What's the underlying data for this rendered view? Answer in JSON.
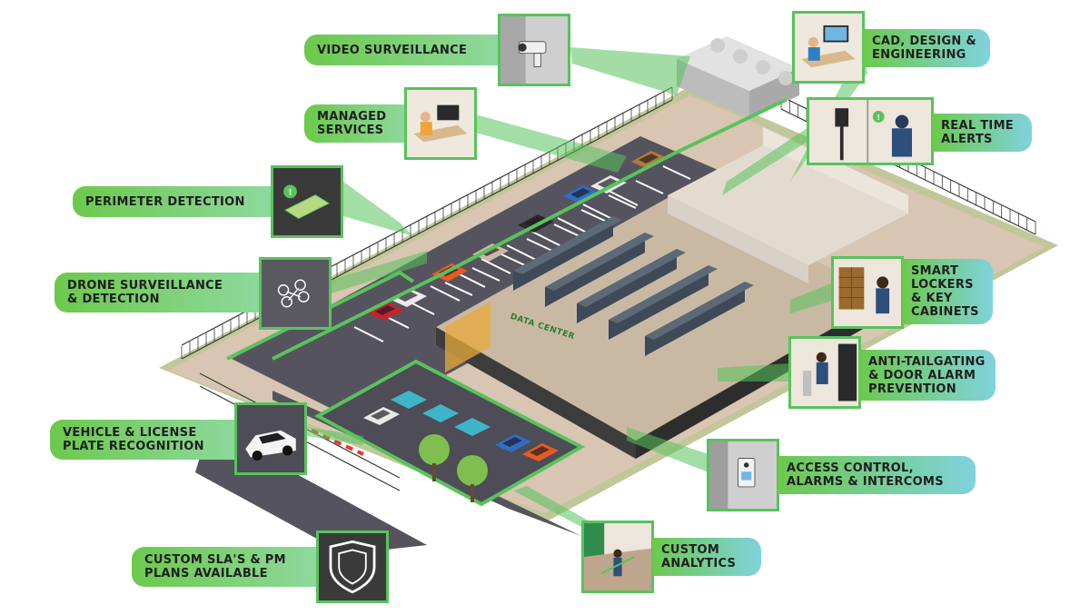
{
  "colors": {
    "accent_green": "#58c35c",
    "label_gradient_start": "#6cc94c",
    "label_gradient_end": "#7fd3dd",
    "asphalt": "#55545e",
    "floor": "#c9b9a3"
  },
  "callouts": [
    {
      "id": "video-surveillance",
      "text": "VIDEO SURVEILLANCE",
      "icon": "security-camera-icon"
    },
    {
      "id": "managed-services",
      "text": "MANAGED\nSERVICES",
      "icon": "operator-desk-icon"
    },
    {
      "id": "perimeter-detection",
      "text": "PERIMETER DETECTION",
      "icon": "perimeter-alert-icon"
    },
    {
      "id": "drone-surveillance",
      "text": "DRONE SURVEILLANCE\n& DETECTION",
      "icon": "drone-icon"
    },
    {
      "id": "vehicle-lpr",
      "text": "VEHICLE & LICENSE\nPLATE RECOGNITION",
      "icon": "car-icon"
    },
    {
      "id": "custom-sla",
      "text": "CUSTOM SLA'S & PM\nPLANS AVAILABLE",
      "icon": "shield-icon"
    },
    {
      "id": "cad-design",
      "text": "CAD, DESIGN &\nENGINEERING",
      "icon": "cad-workstation-icon"
    },
    {
      "id": "real-time-alerts",
      "text": "REAL TIME\nALERTS",
      "icon": "alert-sensor-icon"
    },
    {
      "id": "smart-lockers",
      "text": "SMART\nLOCKERS\n& KEY\nCABINETS",
      "icon": "locker-icon"
    },
    {
      "id": "anti-tailgating",
      "text": "ANTI-TAILGATING\n& DOOR ALARM\nPREVENTION",
      "icon": "turnstile-icon"
    },
    {
      "id": "access-control",
      "text": "ACCESS CONTROL,\nALARMS & INTERCOMS",
      "icon": "intercom-icon"
    },
    {
      "id": "custom-analytics",
      "text": "CUSTOM\nANALYTICS",
      "icon": "analytics-icon"
    }
  ],
  "building_sign": "DATA CENTER"
}
